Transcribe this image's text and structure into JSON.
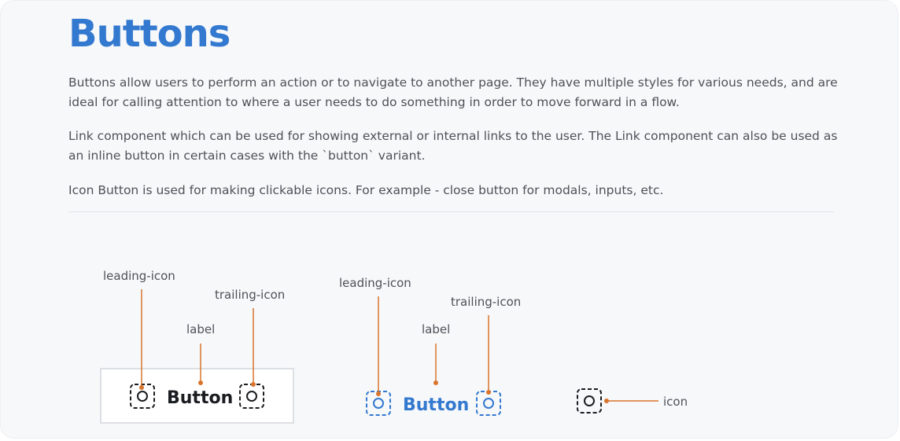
{
  "header": {
    "title": "Buttons"
  },
  "intro": {
    "p1": "Buttons allow users to perform an action or to navigate to another page. They have multiple styles for various needs, and are ideal for calling attention to where a user needs to do something in order to move forward in a flow.",
    "p2": "Link component which can be used for showing external or internal links to the user. The Link component can also be used as an inline button in certain cases with the `button` variant.",
    "p3": "Icon Button is used for making clickable icons. For example - close button for modals, inputs, etc."
  },
  "anatomy": {
    "button": {
      "leading_label": "leading-icon",
      "label_label": "label",
      "trailing_label": "trailing-icon",
      "text": "Button"
    },
    "link": {
      "leading_label": "leading-icon",
      "label_label": "label",
      "trailing_label": "trailing-icon",
      "text": "Button"
    },
    "icon_button": {
      "icon_label": "icon"
    }
  },
  "colors": {
    "title": "#3379cf",
    "annotation_line": "#d9742c",
    "link": "#3379cf",
    "text": "#1a1c1f",
    "muted": "#4d5157"
  }
}
